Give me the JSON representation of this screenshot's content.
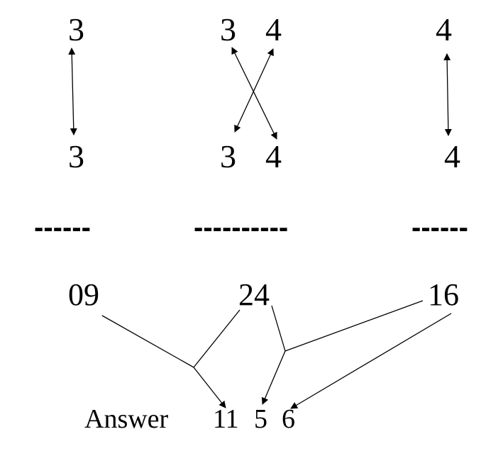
{
  "top_row": {
    "left": "3",
    "middle_left": "3",
    "middle_right": "4",
    "right": "4"
  },
  "second_row": {
    "left": "3",
    "middle_left": "3",
    "middle_right": "4",
    "right": "4"
  },
  "separators": {
    "left": "------",
    "middle": "----------",
    "right": "------"
  },
  "products": {
    "left": "09",
    "middle": "24",
    "right": "16"
  },
  "answer": {
    "label": "Answer",
    "d1": "11",
    "d2": "5",
    "d3": "6"
  },
  "colors": {
    "ink": "#000000",
    "background": "#ffffff"
  }
}
